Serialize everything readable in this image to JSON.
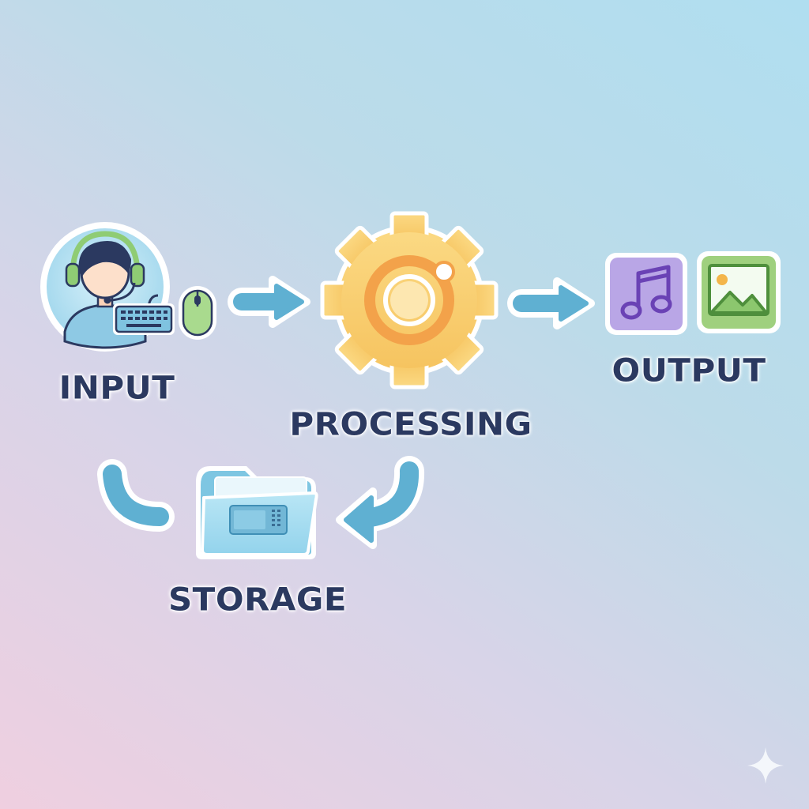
{
  "labels": {
    "input": "INPUT",
    "processing": "PROCESSING",
    "output": "OUTPUT",
    "storage": "STORAGE"
  },
  "icons": {
    "input": [
      "person-headset-icon",
      "keyboard-icon",
      "mouse-icon"
    ],
    "processing": [
      "gear-icon"
    ],
    "output": [
      "music-note-icon",
      "image-icon"
    ],
    "storage": [
      "folder-icon"
    ],
    "connectors": [
      "arrow-right-icon",
      "arrow-right-icon",
      "curved-arrow-icon",
      "curved-arrow-icon"
    ],
    "corner": [
      "sparkle-icon"
    ]
  },
  "colors": {
    "arrow": "#5fb0d2",
    "arrow_outline": "#ffffff",
    "gear": "#f8cd6e",
    "gear_ring": "#f3a24a",
    "text": "#2b3960",
    "music_tile": "#b9a6e6",
    "image_tile": "#9fd07e",
    "folder": "#a8dcef"
  }
}
